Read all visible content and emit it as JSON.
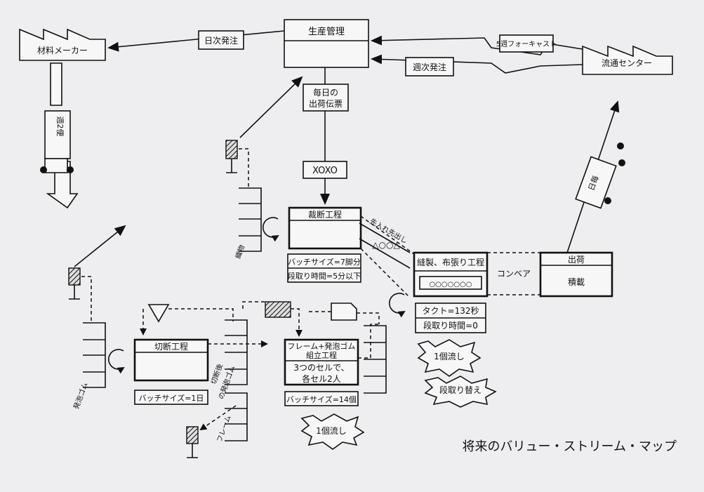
{
  "entities": {
    "production_control": "生産管理",
    "material_maker": "材料メーカー",
    "distribution_center": "流通センター"
  },
  "info_flows": {
    "daily_order": "日次発注",
    "weekly_order": "週次発注",
    "forecast_5week": "5週フォーキャスト",
    "daily_shipping_slip_line1": "毎日の",
    "daily_shipping_slip_line2": "出荷伝票",
    "leveling_box": "XOXO"
  },
  "trucks": {
    "supplier_truck": "週2便",
    "customer_truck": "日毎"
  },
  "processes": {
    "cutting": {
      "name": "裁断工程",
      "batch": "バッチサイズ=7脚分",
      "changeover": "段取り時間=5分以下"
    },
    "sewing": {
      "name": "縫製、布張り工程",
      "takt": "タクト=132秒",
      "changeover": "段取り時間=0"
    },
    "shipping": {
      "name": "出荷",
      "detail": "積載"
    },
    "slicing": {
      "name": "切断工程",
      "batch": "バッチサイズ=1日"
    },
    "assembly": {
      "name_line1": "フレーム+発泡ゴム",
      "name_line2": "組立工程",
      "detail_line1": "3つのセルで、",
      "detail_line2": "各セル2人",
      "batch": "バッチサイズ=14個"
    }
  },
  "labels": {
    "fifo": "先入れ先出し",
    "conveyor": "コンベア",
    "supermarket_fabric": "織物",
    "supermarket_foam": "発泡ゴム",
    "supermarket_cut_foam_line1": "切断後",
    "supermarket_cut_foam_line2": "の発泡ゴム",
    "supermarket_frame": "フレーム"
  },
  "kaizen_bursts": {
    "one_piece_flow_sewing": "1個流し",
    "changeover": "段取り替え",
    "one_piece_flow_assembly": "1個流し"
  },
  "title": "将来のバリュー・ストリーム・マップ"
}
